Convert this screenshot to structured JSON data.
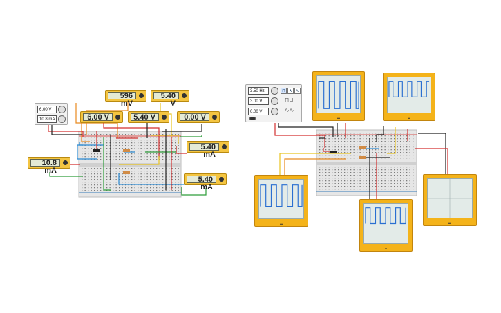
{
  "left_circuit": {
    "power_supply": {
      "voltage": "6.00 V",
      "current": "10.8 mA"
    },
    "meters": [
      {
        "id": "m1",
        "value": "596 mV"
      },
      {
        "id": "m2",
        "value": "5.40 V"
      },
      {
        "id": "m3",
        "value": "6.00 V"
      },
      {
        "id": "m4",
        "value": "5.40 V"
      },
      {
        "id": "m5",
        "value": "0.00 V"
      },
      {
        "id": "m6",
        "value": "5.40 mA"
      },
      {
        "id": "m7",
        "value": "10.8 mA"
      },
      {
        "id": "m8",
        "value": "5.40 mA"
      }
    ]
  },
  "right_circuit": {
    "function_generator": {
      "frequency": "3.50 Hz",
      "amplitude": "3.00 V",
      "offset": "0.00 V",
      "waveforms": [
        "square",
        "triangle",
        "sine"
      ],
      "selected_waveform": "square"
    },
    "oscilloscopes": [
      {
        "id": "scope-top-left",
        "signal": "square"
      },
      {
        "id": "scope-top-right",
        "signal": "square"
      },
      {
        "id": "scope-mid-left",
        "signal": "square"
      },
      {
        "id": "scope-bottom",
        "signal": "square"
      },
      {
        "id": "scope-right",
        "signal": "none"
      }
    ]
  },
  "colors": {
    "meter_body": "#f4c542",
    "scope_body": "#f4b31a",
    "screen": "#e4ead6",
    "trace": "#2a6fd1",
    "wire_red": "#d32f2f",
    "wire_black": "#222222",
    "wire_green": "#2e9d3a",
    "wire_blue": "#2a8ad3",
    "wire_yellow": "#e8c320",
    "wire_orange": "#e88a20"
  }
}
